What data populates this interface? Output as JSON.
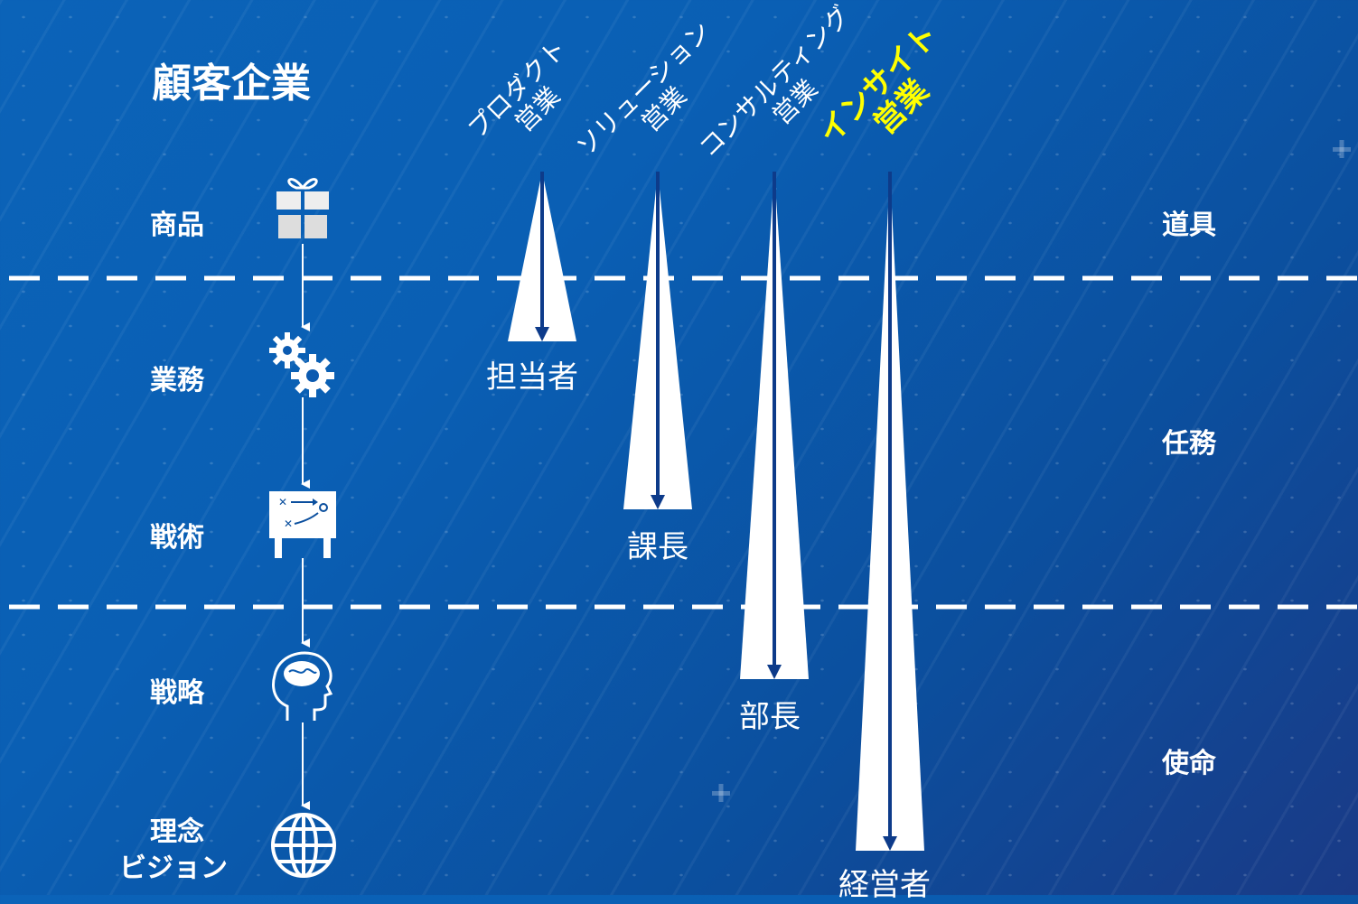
{
  "header": {
    "title": "顧客企業"
  },
  "levels": [
    {
      "label": "商品",
      "icon": "gift-icon"
    },
    {
      "label": "業務",
      "icon": "gears-icon"
    },
    {
      "label": "戦術",
      "icon": "tactics-board-icon"
    },
    {
      "label": "戦略",
      "icon": "brain-head-icon"
    },
    {
      "label": "理念",
      "label2": "ビジョン",
      "icon": "globe-icon"
    }
  ],
  "right_labels": [
    "道具",
    "任務",
    "使命"
  ],
  "sales_types": [
    {
      "line1": "プロダクト",
      "line2": "営業",
      "reach": "担当者",
      "highlight": false
    },
    {
      "line1": "ソリューション",
      "line2": "営業",
      "reach": "課長",
      "highlight": false
    },
    {
      "line1": "コンサルティング",
      "line2": "営業",
      "reach": "部長",
      "highlight": false
    },
    {
      "line1": "インサイト",
      "line2": "営業",
      "reach": "経営者",
      "highlight": true
    }
  ],
  "colors": {
    "highlight": "#ffff00",
    "arrow": "#0d3b8a",
    "text": "#ffffff"
  }
}
